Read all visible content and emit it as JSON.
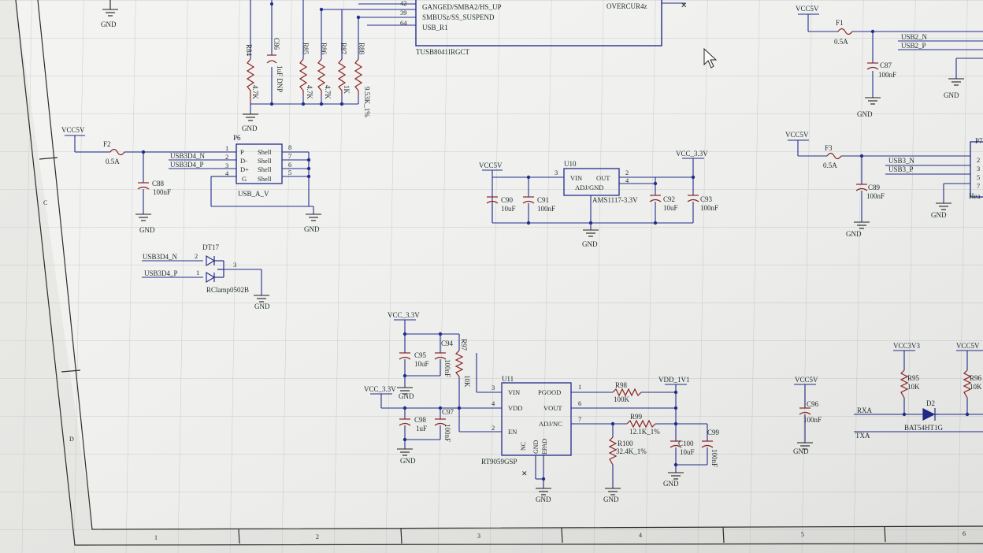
{
  "schematic": {
    "grid_color": "#c9cfd0",
    "wire_color": "#1e2a8c",
    "part_color": "#8a2020",
    "text_color": "#1a2a2a",
    "row_labels": [
      "C",
      "D"
    ],
    "col_labels": [
      "1",
      "2",
      "3",
      "4",
      "5",
      "6"
    ],
    "top": {
      "pins": [
        "42",
        "39",
        "64"
      ],
      "signals": [
        "GANGED/SMBA2/HS_UP",
        "SMBUSz/SS_SUSPEND",
        "USB_R1"
      ],
      "chip": "TUSB8041IRGCT",
      "overcur": "OVERCUR4z"
    },
    "resistors_top": [
      {
        "ref": "R84",
        "val": "4.7K"
      },
      {
        "ref": "C86",
        "val": "1uF DNP"
      },
      {
        "ref": "R85",
        "val": "4.7K"
      },
      {
        "ref": "R86",
        "val": "4.7K"
      },
      {
        "ref": "R87",
        "val": "1K"
      },
      {
        "ref": "R88",
        "val": "9.53K_1%"
      }
    ],
    "gnd": "GND",
    "usb_connector": {
      "ref": "P6",
      "part": "USB_A_V",
      "pins": [
        "P",
        "D-",
        "D+",
        "G"
      ],
      "shell": "Shell",
      "left_nums": [
        "1",
        "2",
        "3",
        "4"
      ],
      "right_nums": [
        "8",
        "7",
        "6",
        "5"
      ],
      "net_n": "USB3D4_N",
      "net_p": "USB3D4_P",
      "vcc": "VCC5V",
      "fuse": "F2",
      "fuse_val": "0.5A",
      "cap": "C88",
      "cap_val": "100nF"
    },
    "esd": {
      "ref": "DT17",
      "part": "RClamp0502B",
      "net_n": "USB3D4_N",
      "net_p": "USB3D4_P",
      "pins": [
        "2",
        "1",
        "3"
      ]
    },
    "regulator": {
      "ref": "U10",
      "part": "AMS1117-3.3V",
      "vin": "VIN",
      "out": "OUT",
      "adj": "ADJ/GND",
      "pins": [
        "3",
        "2",
        "4"
      ],
      "in_net": "VCC5V",
      "out_net": "VCC_3.3V",
      "caps": [
        {
          "ref": "C90",
          "val": "10uF"
        },
        {
          "ref": "C91",
          "val": "100nF"
        },
        {
          "ref": "C92",
          "val": "10uF"
        },
        {
          "ref": "C93",
          "val": "100nF"
        }
      ]
    },
    "right_top": {
      "vcc": "VCC5V",
      "fuse": "F1",
      "fuse_val": "0.5A",
      "net_n": "USB2_N",
      "net_p": "USB2_P",
      "cap": "C87",
      "cap_val": "100nF"
    },
    "right_mid": {
      "vcc": "VCC5V",
      "fuse": "F3",
      "fuse_val": "0.5A",
      "net_n": "USB3_N",
      "net_p": "USB3_P",
      "cap": "C89",
      "cap_val": "100nF",
      "conn": "P7",
      "conn_hint": "Hea",
      "pins": [
        "2",
        "3",
        "5",
        "7"
      ]
    },
    "ldo": {
      "ref": "U11",
      "part": "RT9059GSP",
      "pins_left": [
        "VIN",
        "VDD",
        "EN"
      ],
      "pins_right": [
        "PGOOD",
        "VOUT",
        "ADJ/NC"
      ],
      "bottom_pins": [
        "NC",
        "GND",
        "EPAD"
      ],
      "num_left": [
        "3",
        "4",
        "2"
      ],
      "num_right": [
        "1",
        "6",
        "7"
      ],
      "vcc33": "VCC_3.3V",
      "out_net": "VDD_1V1",
      "parts": [
        {
          "ref": "C95",
          "val": "10uF"
        },
        {
          "ref": "C94",
          "val": "100nF"
        },
        {
          "ref": "R97",
          "val": "10K"
        },
        {
          "ref": "C98",
          "val": "1uF"
        },
        {
          "ref": "C97",
          "val": "100nF"
        },
        {
          "ref": "R98",
          "val": "100K"
        },
        {
          "ref": "R99",
          "val": "12.1K_1%"
        },
        {
          "ref": "R100",
          "val": "32.4K_1%"
        },
        {
          "ref": "C100",
          "val": "10uF"
        },
        {
          "ref": "C99",
          "val": "100nF"
        }
      ]
    },
    "right_bottom": {
      "vcc5": "VCC5V",
      "cap": "C96",
      "cap_val": "100nF",
      "vcc3v3": "VCC3V3",
      "vcc5b": "VCC5V",
      "r95": "R95",
      "r95_val": "10K",
      "r96": "R96",
      "r96_val": "10K",
      "diode": "D2",
      "diode_part": "BAT54HT1G",
      "rxa": "RXA",
      "txa": "TXA"
    }
  }
}
